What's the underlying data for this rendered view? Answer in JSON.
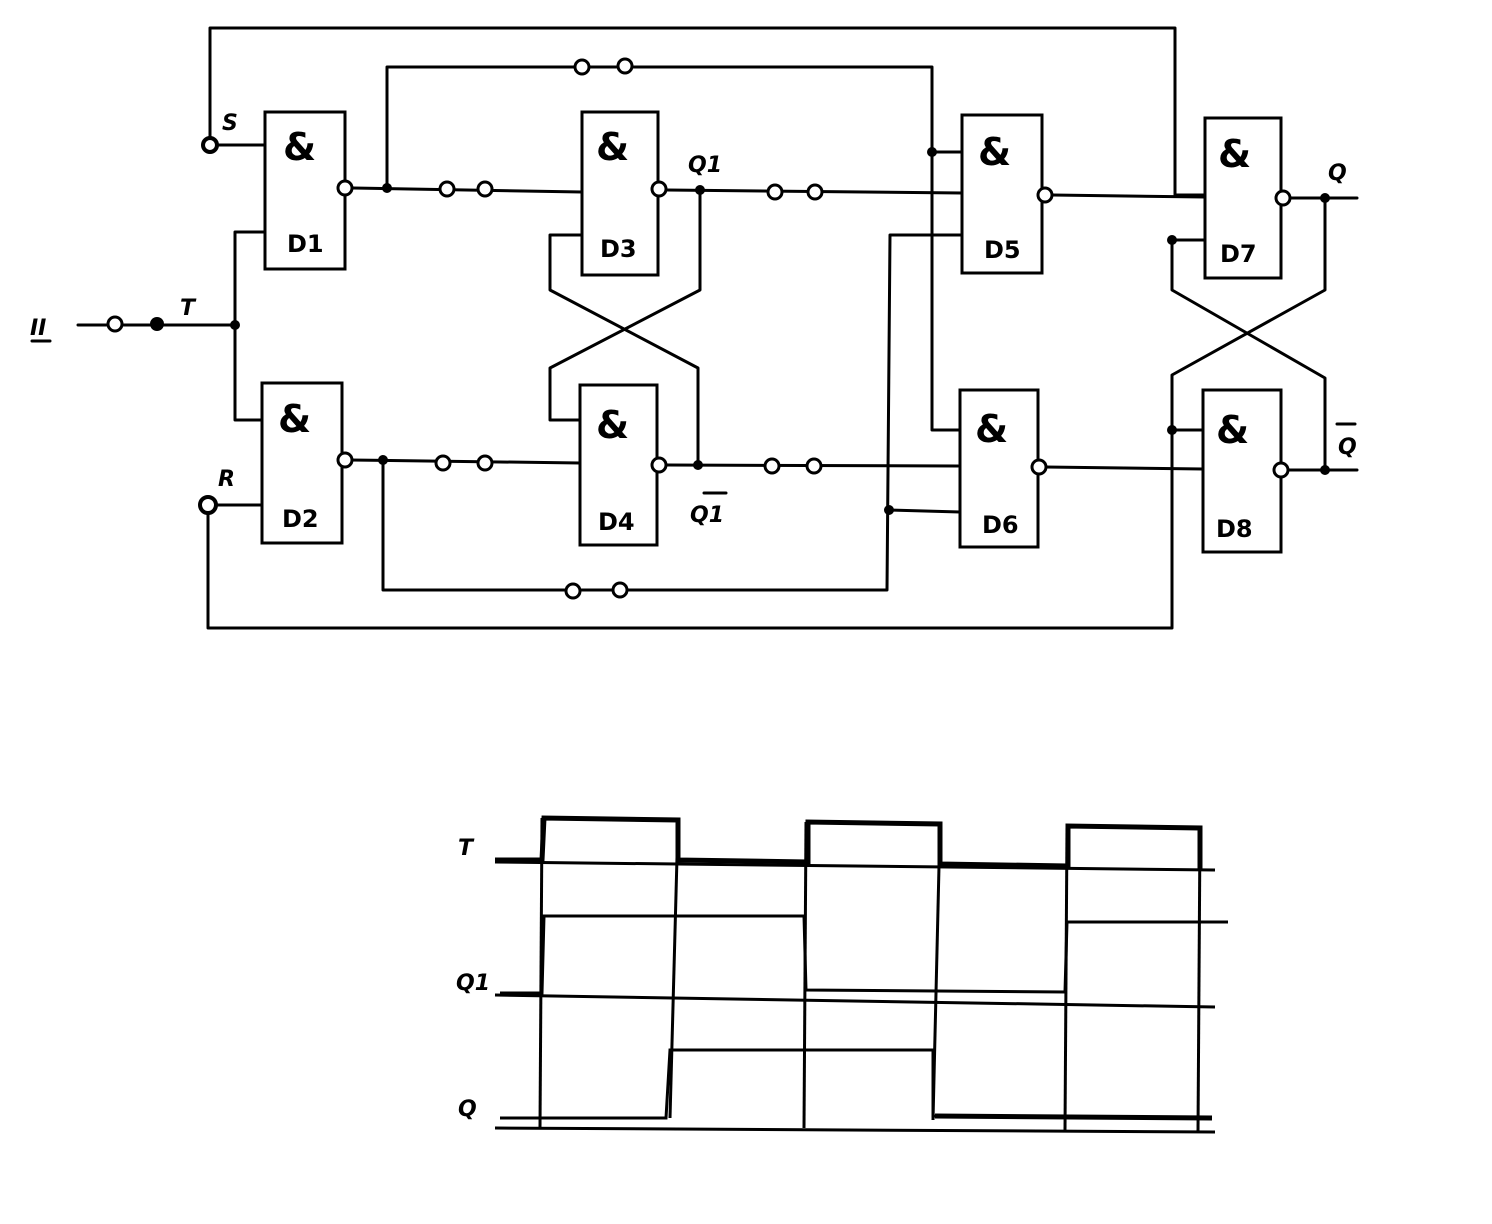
{
  "schematic": {
    "gate_symbol": "&",
    "gates": [
      "D1",
      "D2",
      "D3",
      "D4",
      "D5",
      "D6",
      "D7",
      "D8"
    ],
    "input_labels": {
      "main": "II",
      "clock": "T",
      "set": "S",
      "reset": "R"
    },
    "signal_labels": {
      "q1": "Q1",
      "q1_bar": "Q1",
      "q": "Q",
      "q_bar": "Q"
    }
  },
  "timing": {
    "rows": [
      "T",
      "Q1",
      "Q"
    ]
  }
}
